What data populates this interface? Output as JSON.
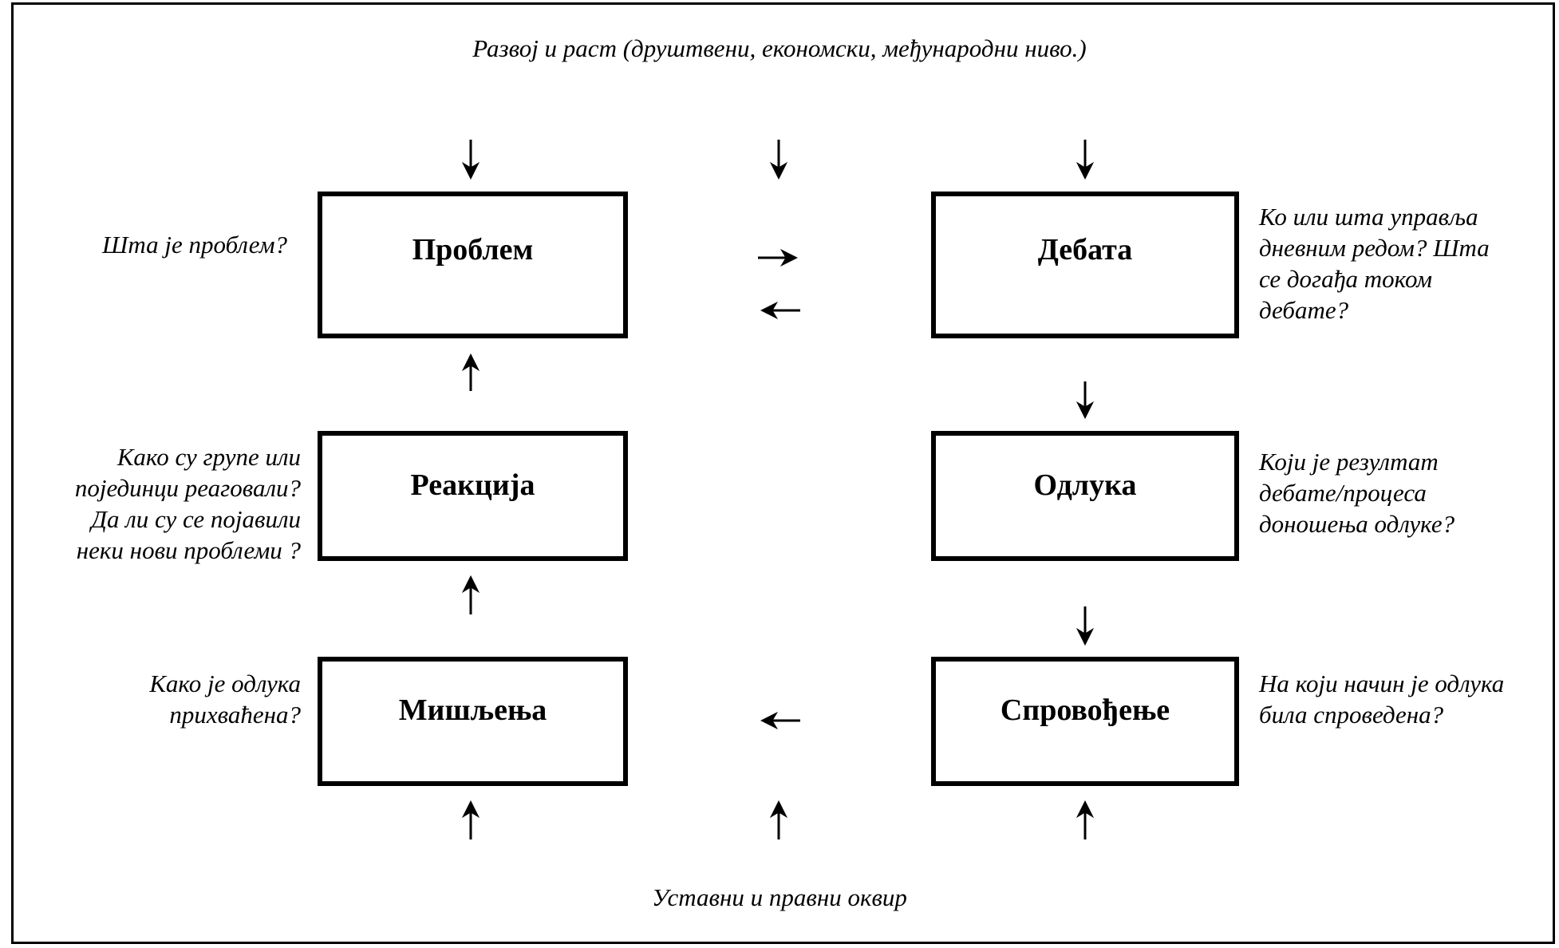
{
  "page": {
    "background_color": "#ffffff",
    "line_color": "#000000",
    "text_color": "#000000"
  },
  "diagram": {
    "top_context": "Развој и раст (друштвени, економски, међународни ниво.)",
    "bottom_context": "Уставни и правни оквир",
    "nodes": {
      "problem": {
        "label": "Проблем",
        "question": "Шта је проблем?"
      },
      "debate": {
        "label": "Дебата",
        "question": "Ко или шта управља\nдневним редом? Шта\nсе догађа током\nдебате?"
      },
      "reaction": {
        "label": "Реакција",
        "question": "Како су групе или\nпојединци реаговали?\nДа ли су се појавили\nнеки нови проблеми ?"
      },
      "decision": {
        "label": "Одлука",
        "question": "Који је резултат\nдебате/процеса\nдоношења одлуке?"
      },
      "opinions": {
        "label": "Мишљења",
        "question": "Како је одлука\nприхваћена?"
      },
      "implementation": {
        "label": "Спровођење",
        "question": "На који начин је одлука\nбила спроведена?"
      }
    },
    "arrows": [
      {
        "name": "context-into-problem",
        "direction": "down"
      },
      {
        "name": "context-into-center",
        "direction": "down"
      },
      {
        "name": "context-into-debate",
        "direction": "down"
      },
      {
        "name": "problem-to-debate",
        "direction": "right"
      },
      {
        "name": "debate-to-problem",
        "direction": "left"
      },
      {
        "name": "reaction-to-problem",
        "direction": "up"
      },
      {
        "name": "debate-to-decision",
        "direction": "down"
      },
      {
        "name": "opinions-to-reaction",
        "direction": "up"
      },
      {
        "name": "decision-to-implementation",
        "direction": "down"
      },
      {
        "name": "implementation-to-opinions",
        "direction": "left"
      },
      {
        "name": "framework-into-opinions",
        "direction": "up"
      },
      {
        "name": "framework-into-center",
        "direction": "up"
      },
      {
        "name": "framework-into-implementation",
        "direction": "up"
      }
    ]
  }
}
